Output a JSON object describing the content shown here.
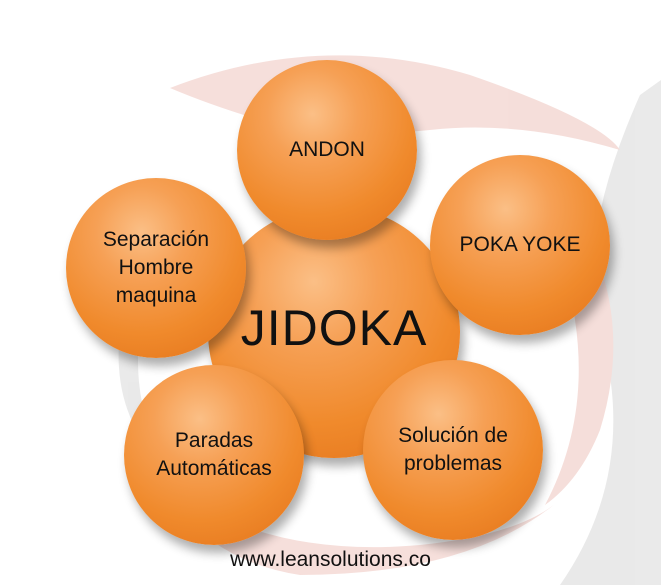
{
  "diagram": {
    "center": {
      "label": "JIDOKA"
    },
    "satellites": [
      {
        "id": "andon",
        "label": "ANDON"
      },
      {
        "id": "poka-yoke",
        "label": "POKA YOKE"
      },
      {
        "id": "separacion",
        "label": "Separación\nHombre\nmaquina"
      },
      {
        "id": "paradas",
        "label": "Paradas\nAutomáticas"
      },
      {
        "id": "solucion",
        "label": "Solución de\nproblemas"
      }
    ]
  },
  "footer": {
    "url": "www.leansolutions.co"
  },
  "colors": {
    "circle_fill": "#f08a2c",
    "circle_highlight": "#fbbf86",
    "watermark_red": "#c73a22",
    "watermark_gray": "#7a7a7a"
  }
}
